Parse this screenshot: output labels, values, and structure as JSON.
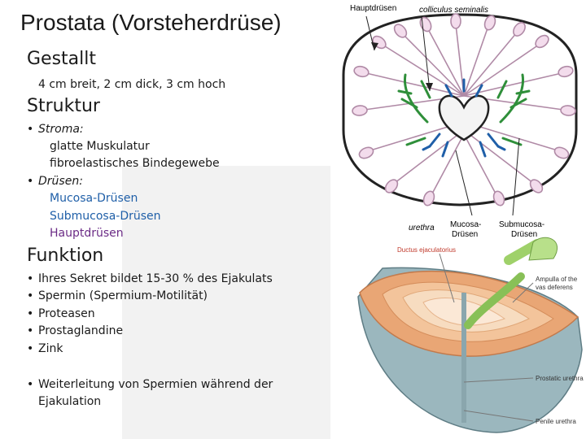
{
  "slide": {
    "title": "Prostata (Vorsteherdrüse)",
    "gestalt": {
      "heading": "Gestallt",
      "text": "4 cm breit, 2 cm dick, 3 cm hoch"
    },
    "struktur": {
      "heading": "Struktur",
      "stroma_label": "Stroma:",
      "stroma_items": [
        "glatte Muskulatur",
        "fibroelastisches Bindegewebe"
      ],
      "druesen_label": "Drüsen:",
      "druesen_items": [
        "Mucosa-Drüsen",
        "Submucosa-Drüsen",
        "Hauptdrüsen"
      ]
    },
    "funktion": {
      "heading": "Funktion",
      "items": [
        "Ihres Sekret bildet 15-30 % des Ejakulats",
        "Spermin (Spermium-Motilität)",
        "Proteasen",
        "Prostaglandine",
        "Zink"
      ],
      "extra_line1": "Weiterleitung von Spermien während der",
      "extra_line2": "Ejakulation"
    }
  },
  "diagram": {
    "labels": {
      "hauptdruesen": "Hauptdrüsen",
      "colliculus": "colliculus seminalis",
      "urethra": "urethra",
      "mucosa_1": "Mucosa-",
      "mucosa_2": "Drüsen",
      "submucosa_1": "Submucosa-",
      "submucosa_2": "Drüsen",
      "ductus": "Ductus ejaculatorius",
      "ampulla_1": "Ampulla of the",
      "ampulla_2": "vas deferens",
      "prostatic": "Prostatic urethra",
      "penile": "Penile urethra"
    },
    "colors": {
      "mucosa": "#1f5fa8",
      "submucosa": "#2f8f3a",
      "hauptdruesen": "#8a3a6e",
      "ductus_label": "#c0392b"
    }
  }
}
